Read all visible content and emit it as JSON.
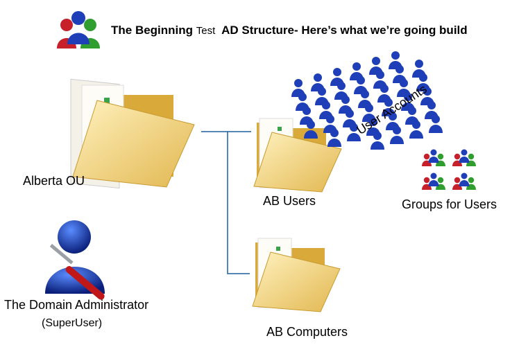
{
  "title": {
    "part1": "The Beginning",
    "part2": "Test",
    "part3": "AD Structure- Here’s what we’re going build"
  },
  "nodes": {
    "alberta_ou": "Alberta OU",
    "ab_users": "AB Users",
    "ab_computers": "AB Computers",
    "user_accounts": "User Accounts",
    "groups_for_users": "Groups for Users",
    "domain_admin": "The Domain Administrator",
    "superuser": "(SuperUser)"
  },
  "colors": {
    "line": "#1f5fa0",
    "folder_light": "#fbe9a8",
    "folder_dark": "#e1b94f",
    "user_blue": "#1f3fb8",
    "user_red": "#c8202a",
    "user_green": "#2f9e2f"
  },
  "icons": {
    "title_icon": "user-group-icon",
    "folder": "folder-icon",
    "user": "user-icon",
    "admin": "admin-tools-icon"
  }
}
